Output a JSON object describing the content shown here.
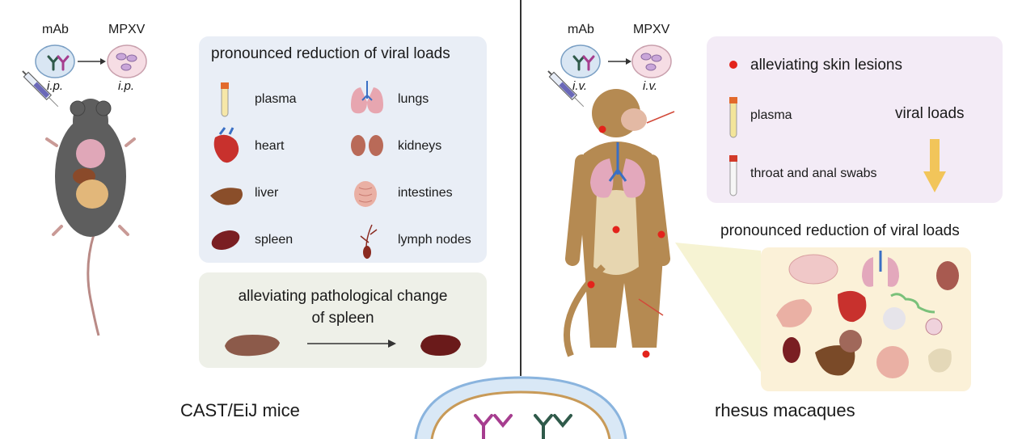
{
  "left": {
    "route_mab": "mAb",
    "route_mpxv": "MPXV",
    "route_mab_method": "i.p.",
    "route_mpxv_method": "i.p.",
    "panel_title": "pronounced reduction of viral loads",
    "organs": [
      "plasma",
      "lungs",
      "heart",
      "kidneys",
      "liver",
      "intestines",
      "spleen",
      "lymph nodes"
    ],
    "pathology_title_line1": "alleviating pathological change",
    "pathology_title_line2": "of spleen",
    "caption": "CAST/EiJ mice"
  },
  "right": {
    "route_mab": "mAb",
    "route_mpxv": "MPXV",
    "route_mab_method": "i.v.",
    "route_mpxv_method": "i.v.",
    "skin_lesions": "alleviating skin lesions",
    "plasma": "plasma",
    "swabs": "throat and anal swabs",
    "viral_loads": "viral loads",
    "panel_title": "pronounced reduction of viral loads",
    "caption": "rhesus macaques"
  },
  "colors": {
    "panel_blue": "#e9eef6",
    "panel_green": "#eef0e8",
    "panel_pink": "#f3ebf6",
    "panel_organs": "#fbf1d8",
    "arrow_down": "#f2c55a",
    "lesion_red": "#e3231b",
    "antibody_magenta": "#a63d8f",
    "antibody_green": "#2f5a4a"
  },
  "icons": [
    "syringe-icon",
    "antibody-icon",
    "virus-icon",
    "mouse-icon",
    "macaque-icon",
    "organ-icons"
  ]
}
